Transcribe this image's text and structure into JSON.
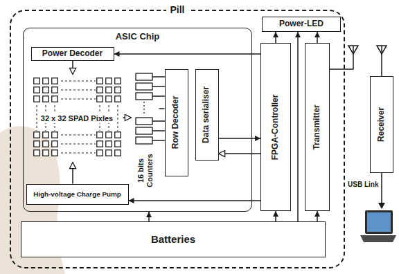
{
  "diagram": {
    "nodes": [
      {
        "text": [
          "Pill"
        ]
      },
      {
        "text": [
          "ASIC Chip"
        ],
        "in": 0
      },
      {
        "text": [
          "Power Decoder"
        ],
        "in": 1
      },
      {
        "text": [
          "32 x 32 SPAD Pixles"
        ],
        "in": 1
      },
      {
        "text": [
          "16 bits Counters"
        ],
        "in": 1
      },
      {
        "text": [
          "Row Decoder"
        ],
        "in": 1
      },
      {
        "text": [
          "Data serialiser"
        ],
        "in": 1
      },
      {
        "text": [
          "High-voltage Charge Pump"
        ],
        "in": 1
      },
      {
        "text": [
          "Power-LED"
        ],
        "in": 0
      },
      {
        "text": [
          "FPGA-Controller"
        ],
        "in": 0
      },
      {
        "text": [
          "Transmitter"
        ],
        "in": 0
      },
      {
        "text": [
          "Batteries"
        ],
        "in": 0
      },
      {
        "text": [
          "Receiver"
        ]
      }
    ],
    "edges": [
      {
        "from": 9,
        "to": 2,
        "arrow": "to"
      },
      {
        "from": 2,
        "to": 3,
        "arrow": "to"
      },
      {
        "from": 7,
        "to": 3,
        "arrow": "to"
      },
      {
        "from": 3,
        "to": 4,
        "arrow": "to"
      },
      {
        "from": 4,
        "to": 5,
        "arrow": "none"
      },
      {
        "from": 6,
        "to": 9,
        "arrow": "to"
      },
      {
        "from": 9,
        "to": 6,
        "arrow": "to"
      },
      {
        "from": 9,
        "to": 8,
        "arrow": "to"
      },
      {
        "from": 11,
        "to": 8,
        "arrow": "to"
      },
      {
        "from": 10,
        "to": 8,
        "arrow": "to"
      },
      {
        "from": 9,
        "to": 7,
        "arrow": "to"
      },
      {
        "from": 11,
        "to": 1,
        "arrow": "to"
      },
      {
        "from": 11,
        "to": 9,
        "arrow": "to"
      },
      {
        "from": 11,
        "to": 10,
        "arrow": "to"
      }
    ],
    "labels": [
      "USB Link"
    ]
  }
}
